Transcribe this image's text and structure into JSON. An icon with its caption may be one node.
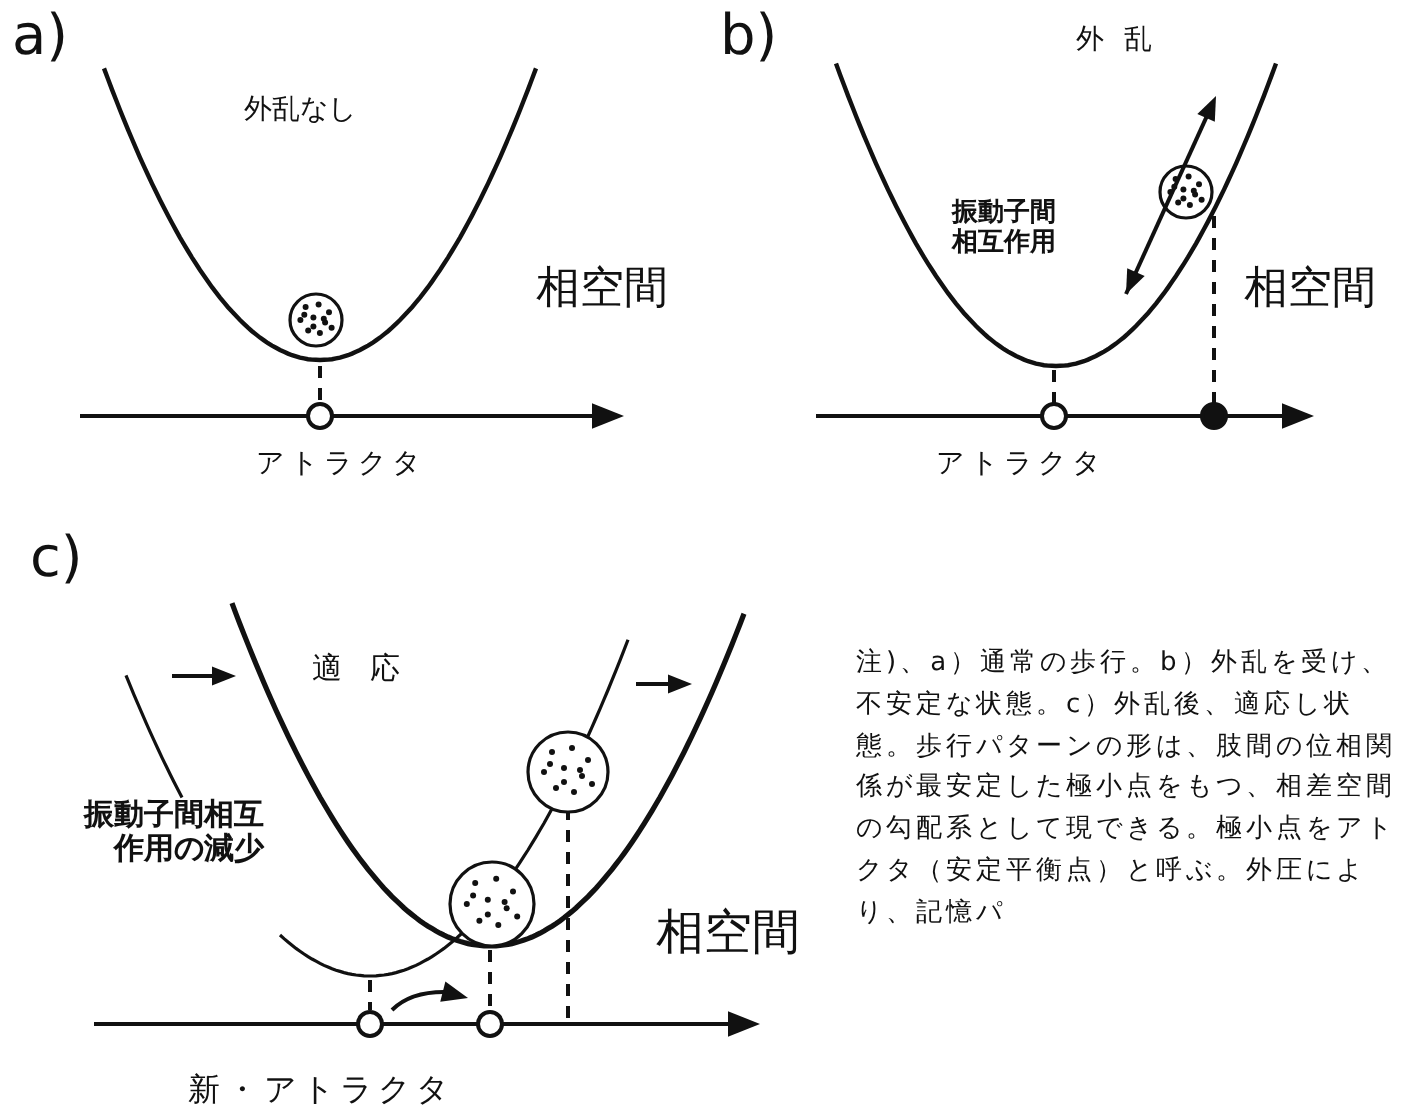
{
  "diagram": {
    "labels": [
      "a)",
      "外乱なし",
      "相空間",
      "アトラクタ",
      "b)",
      "外乱",
      "振動子間相互作用",
      "相空間",
      "アトラクタ",
      "c)",
      "適応",
      "振動子間相互作用の減少",
      "相空間",
      "新・アトラクタ",
      "注)、a）通常の歩行。b）外乱を受け、不安定な状態。c）外乱後、適応し状態。歩行パターンの形は、肢間の位相関係が最安定した極小点をもつ、相差空間の勾配系として現できる。極小点をアトクタ（安定平衡点）と呼ぶ。外圧により、記憶パ"
    ]
  }
}
